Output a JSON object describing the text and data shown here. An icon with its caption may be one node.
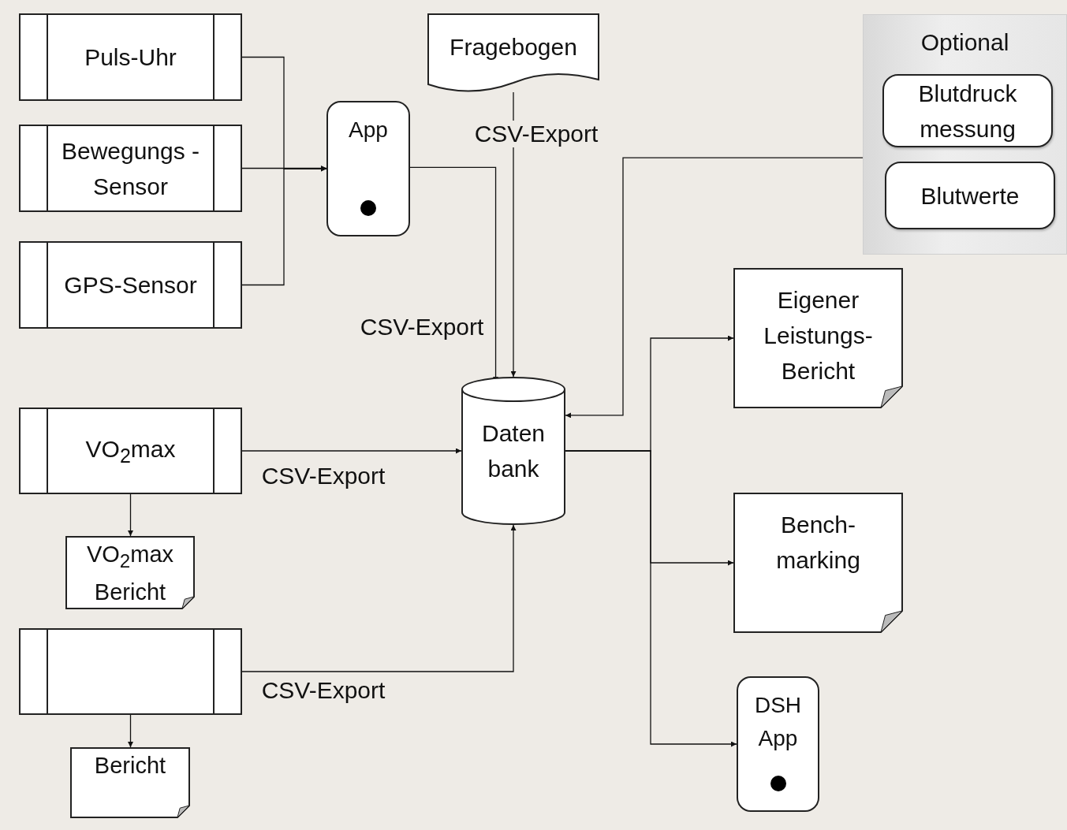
{
  "diagram": {
    "nodes": [
      {
        "text": [
          "Puls-Uhr"
        ]
      },
      {
        "text": [
          "Bewegungs -Sensor"
        ]
      },
      {
        "text": [
          "GPS-Sensor"
        ]
      },
      {
        "text": [
          "App"
        ]
      },
      {
        "text": [
          "Fragebogen"
        ]
      },
      {
        "text": [
          "Optional"
        ]
      },
      {
        "text": [
          "Blutdruck messung"
        ],
        "in": 5
      },
      {
        "text": [
          "Blutwerte"
        ],
        "in": 5
      },
      {
        "text": [
          "Eigener Leistungs- Bericht"
        ]
      },
      {
        "text": [
          "Daten bank"
        ]
      },
      {
        "text": [
          "VO$_{2}$max"
        ]
      },
      {
        "text": [
          "VO$_{2}$max Bericht"
        ]
      },
      {
        "text": [
          "Bench- marking"
        ]
      },
      {
        "text": [],
        "shape": "box"
      },
      {
        "text": [
          "Bericht"
        ]
      },
      {
        "text": [
          "DSH App"
        ]
      }
    ],
    "edges": [
      {
        "from": 0,
        "to": 3,
        "arrow": "to"
      },
      {
        "from": 1,
        "to": 3,
        "arrow": "to"
      },
      {
        "from": 2,
        "to": 3,
        "arrow": "to"
      },
      {
        "from": 3,
        "to": 9,
        "arrow": "to",
        "label": "CSV-Export"
      },
      {
        "from": 4,
        "to": 9,
        "arrow": "to",
        "label": "CSV-Export"
      },
      {
        "from": 5,
        "to": 9,
        "arrow": "to"
      },
      {
        "from": 10,
        "to": 9,
        "arrow": "to",
        "label": "CSV-Export"
      },
      {
        "from": 13,
        "to": 9,
        "arrow": "to",
        "label": "CSV-Export"
      },
      {
        "from": 9,
        "to": 8,
        "arrow": "to"
      },
      {
        "from": 9,
        "to": 12,
        "arrow": "to"
      },
      {
        "from": 9,
        "to": 15,
        "arrow": "to"
      },
      {
        "from": 10,
        "to": 11,
        "arrow": "to"
      },
      {
        "from": 13,
        "to": 14,
        "arrow": "to"
      }
    ]
  }
}
